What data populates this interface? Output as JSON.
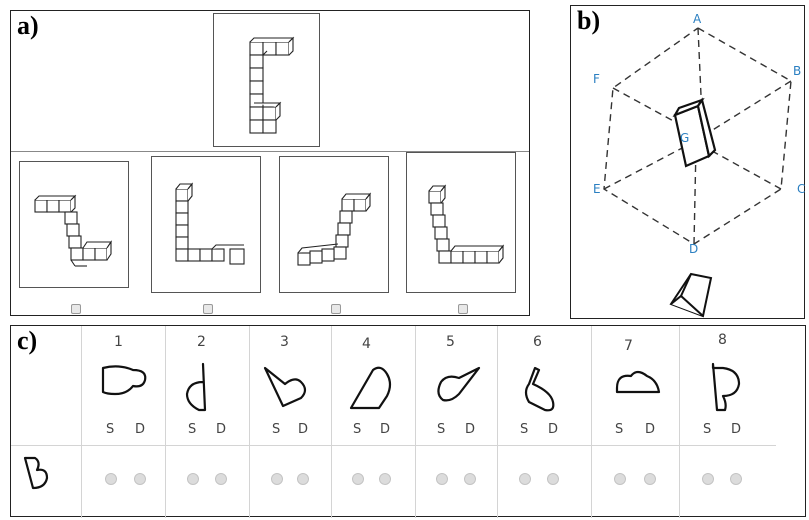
{
  "panel_a": {
    "label": "a)",
    "options": [
      "option-1",
      "option-2",
      "option-3",
      "option-4"
    ]
  },
  "panel_b": {
    "label": "b)",
    "vertices": {
      "a": "A",
      "b": "B",
      "c": "C",
      "d": "D",
      "e": "E",
      "f": "F",
      "g": "G"
    },
    "accent_color": "#2a7fc1"
  },
  "panel_c": {
    "label": "c)",
    "numbers": [
      "1",
      "2",
      "3",
      "4",
      "5",
      "6",
      "7",
      "8"
    ],
    "same_label": "S",
    "different_label": "D"
  }
}
